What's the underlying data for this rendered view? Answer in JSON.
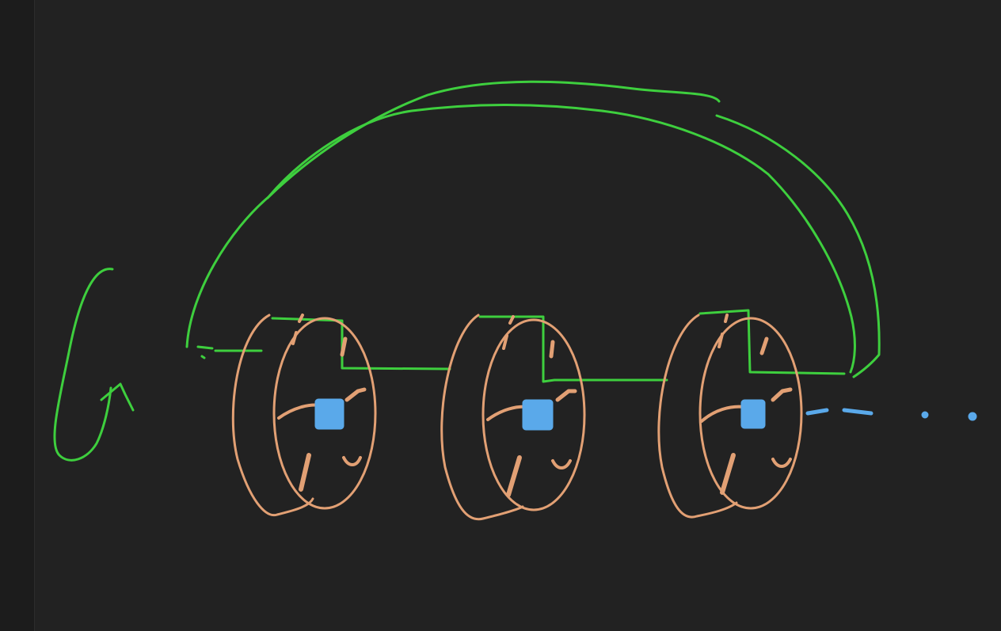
{
  "diagram": {
    "description_visible_text": "",
    "colors": {
      "background": "#222222",
      "side_strip": "#1c1c1c",
      "arc_stroke": "#3ecf3e",
      "wheel_stroke": "#e2a074",
      "hub_fill": "#5aa9ea",
      "dots": "#5aa9ea"
    },
    "elements": {
      "wheel_count": 3,
      "hub_shape": "square",
      "return_arrow": "curved-up-arrow",
      "continuation": "dashed-dots"
    }
  }
}
